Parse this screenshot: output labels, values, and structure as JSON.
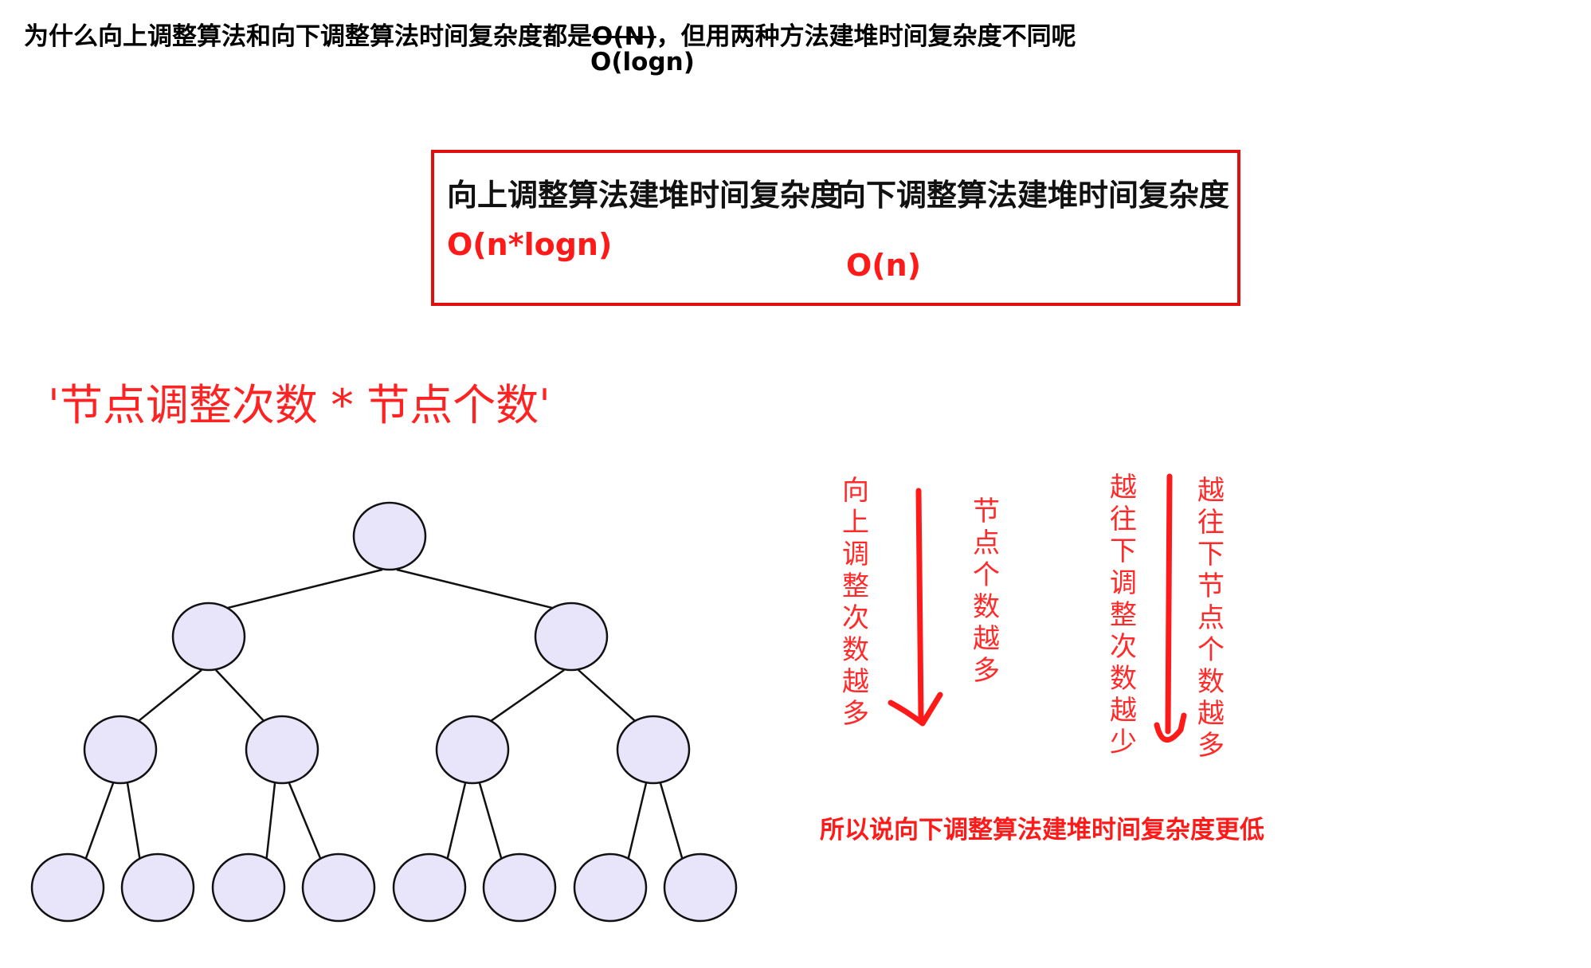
{
  "question": {
    "before": "为什么向上调整算法和向下调整算法时间复杂度都是",
    "struck": "O(N)",
    "after": "，但用两种方法建堆时间复杂度不同呢",
    "correction": "O(logn)"
  },
  "compare": {
    "up_heading": "向上调整算法建堆时间复杂度",
    "down_heading": "向下调整算法建堆时间复杂度",
    "up_value": "O(n*logn)",
    "down_value": "O(n)"
  },
  "formula": "'节点调整次数 * 节点个数'",
  "annotations": {
    "up_adjust_more": "向上调整次数越多",
    "node_count_more_1": "节点个数越多",
    "down_adjust_less": "越往下调整次数越少",
    "node_count_more_2": "越往下节点个数越多"
  },
  "conclusion": "所以说向下调整算法建堆时间复杂度更低",
  "tree": {
    "levels": [
      1,
      2,
      4,
      8
    ]
  },
  "colors": {
    "accent": "#ff1a1a",
    "node_fill": "#e8e4fa",
    "border": "#e01010"
  }
}
